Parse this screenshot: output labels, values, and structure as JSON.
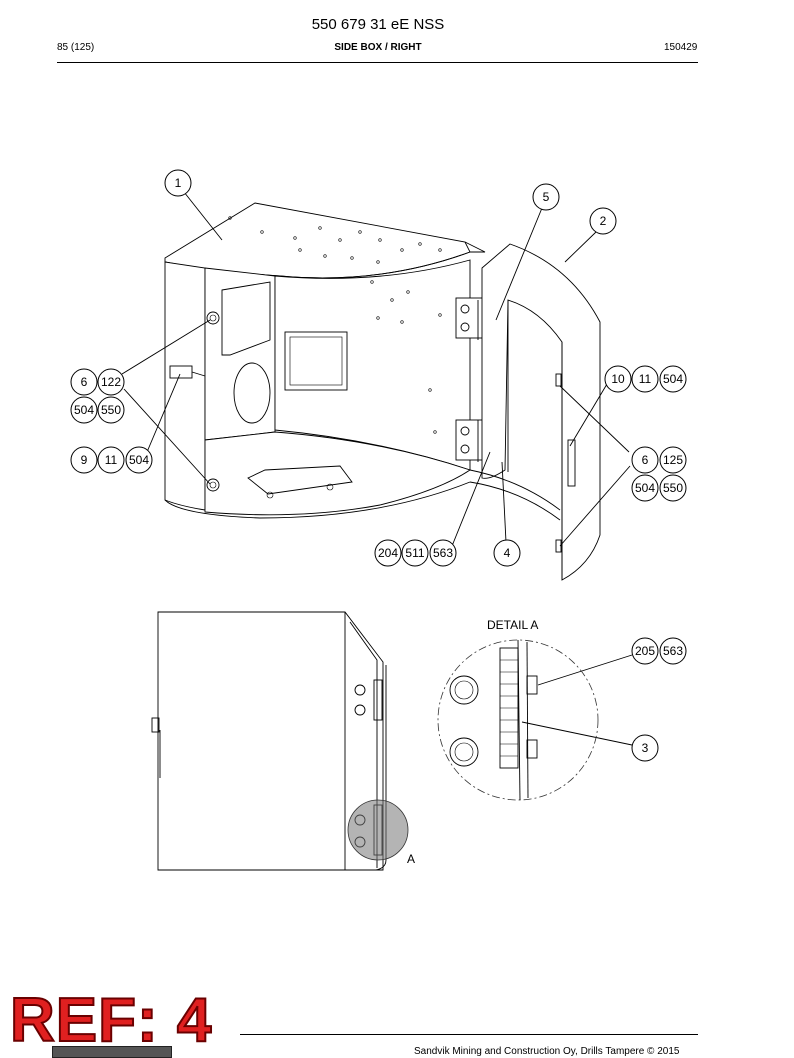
{
  "header": {
    "doc_number": "550 679 31 eE NSS",
    "page": "85 (125)",
    "section": "SIDE BOX / RIGHT",
    "date_code": "150429"
  },
  "balloons": {
    "b1": "1",
    "b2": "2",
    "b5": "5",
    "b6a": "6",
    "b122": "122",
    "b504a": "504",
    "b550a": "550",
    "b9": "9",
    "b11a": "11",
    "b504b": "504",
    "b10": "10",
    "b11b": "11",
    "b504c": "504",
    "b6b": "6",
    "b125": "125",
    "b504d": "504",
    "b550b": "550",
    "b204": "204",
    "b511": "511",
    "b563a": "563",
    "b4": "4",
    "b205": "205",
    "b563b": "563",
    "b3": "3"
  },
  "labels": {
    "detail_title": "DETAIL A",
    "detail_marker": "A"
  },
  "stamp": "REF: 4",
  "footer": {
    "copyright": "Sandvik Mining and Construction Oy, Drills Tampere © 2015"
  }
}
